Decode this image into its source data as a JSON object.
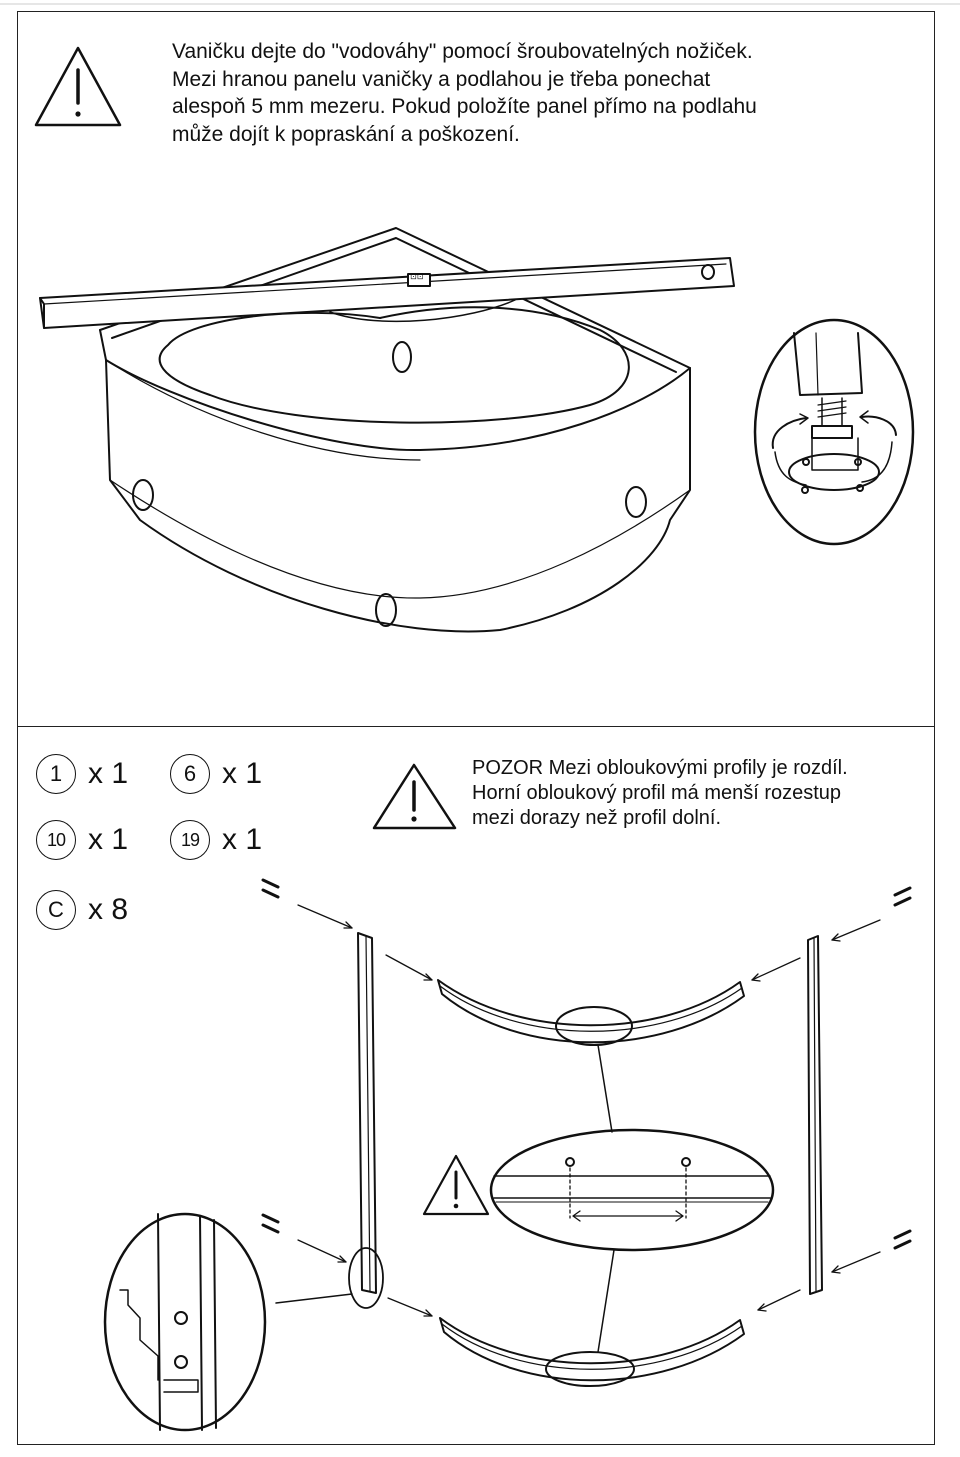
{
  "top_warning": {
    "lines": [
      "Vaničku dejte do \"vodováhy\" pomocí šroubovatelných nožiček.",
      "Mezi hranou panelu vaničky a podlahou je třeba ponechat",
      "alespoň 5 mm mezeru. Pokud položíte panel přímo na podlahu",
      "může dojít k popraskání a poškození."
    ],
    "icon": "warning-triangle-icon"
  },
  "parts": [
    {
      "id": "1",
      "qty": "x 1"
    },
    {
      "id": "6",
      "qty": "x 1"
    },
    {
      "id": "10",
      "qty": "x 1"
    },
    {
      "id": "19",
      "qty": "x 1"
    },
    {
      "id": "C",
      "qty": "x 8"
    }
  ],
  "bottom_warning": {
    "lines": [
      "POZOR Mezi obloukovými profily je rozdíl.",
      "Horní obloukový profil má menší rozestup",
      "mezi dorazy než profil dolní."
    ],
    "icon": "warning-triangle-icon"
  },
  "level_label": "⊡⊡"
}
